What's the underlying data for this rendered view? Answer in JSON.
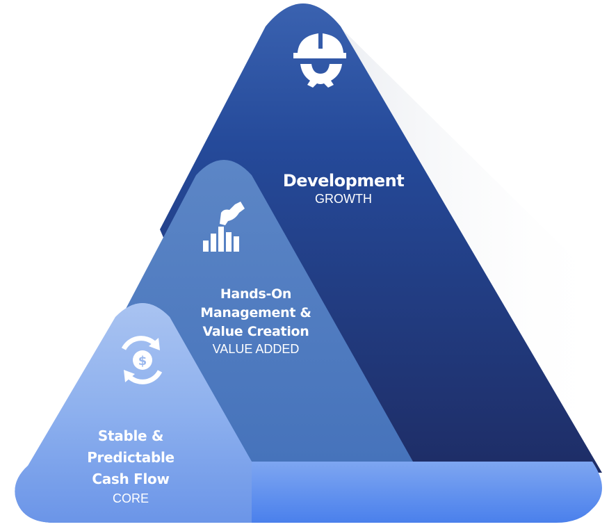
{
  "tiers": [
    {
      "id": "growth",
      "title": "Development",
      "subtitle": "GROWTH",
      "icon": "hardhat-gear-icon",
      "color": "#1f3f8a"
    },
    {
      "id": "value_added",
      "title_lines": [
        "Hands-On",
        "Management &",
        "Value Creation"
      ],
      "subtitle": "VALUE ADDED",
      "icon": "hand-bar-chart-icon",
      "color": "#4a78c0"
    },
    {
      "id": "core",
      "title_lines": [
        "Stable &",
        "Predictable",
        "Cash Flow"
      ],
      "subtitle": "CORE",
      "icon": "dollar-cycle-icon",
      "color": "#7aa4f0"
    }
  ]
}
